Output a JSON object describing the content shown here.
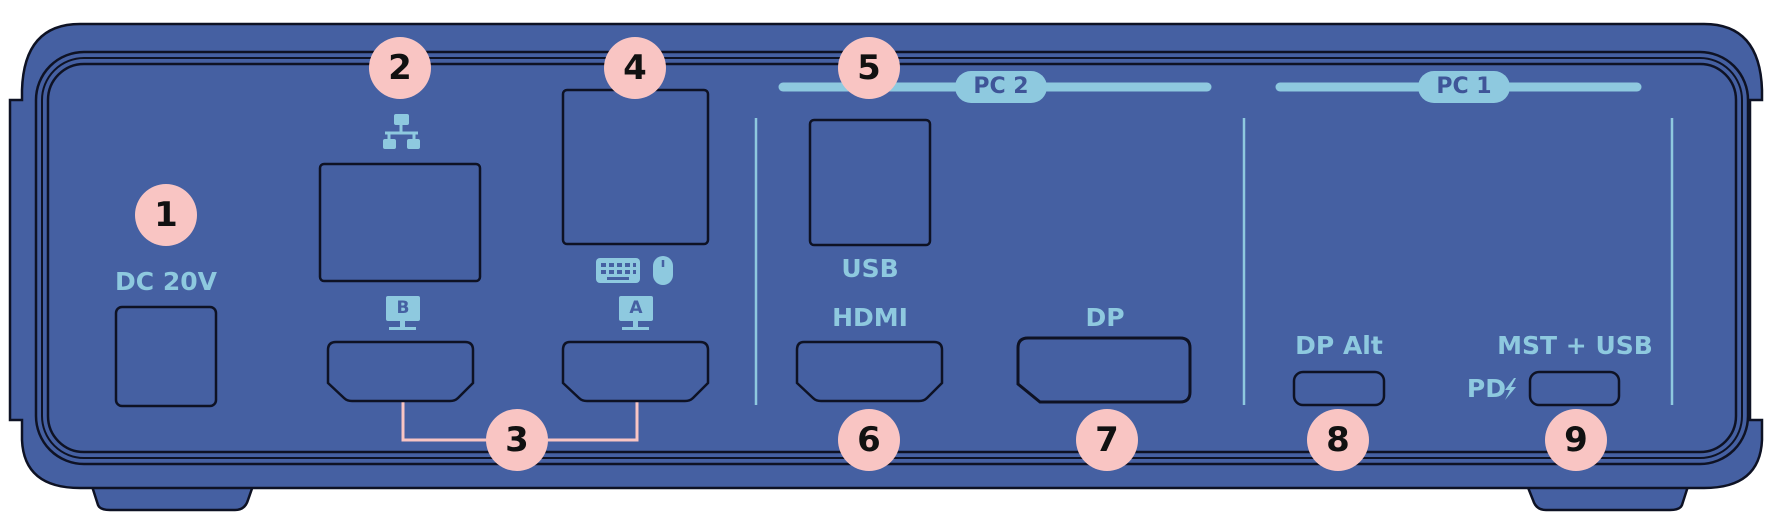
{
  "device": {
    "title": "",
    "colors": {
      "body": "#4560a2",
      "outline": "#0e1224",
      "label": "#8ec9df",
      "badge": "#f9c5c3",
      "connector": "#f9c5c3"
    }
  },
  "groups": {
    "pc2": "PC 2",
    "pc1": "PC 1"
  },
  "ports": {
    "dc": "DC 20V",
    "usb": "USB",
    "hdmi": "HDMI",
    "dp": "DP",
    "dp_alt": "DP Alt",
    "mst_usb": "MST + USB",
    "pd": "PD"
  },
  "badges": {
    "n1": "1",
    "n2": "2",
    "n3": "3",
    "n4": "4",
    "n5": "5",
    "n6": "6",
    "n7": "7",
    "n8": "8",
    "n9": "9"
  },
  "icons": {
    "network": "network-icon",
    "keyboard": "keyboard-icon",
    "mouse": "mouse-icon",
    "monitor_a": "monitor-icon",
    "monitor_b": "monitor-icon",
    "lightning": "lightning-icon",
    "monitor_a_letter": "A",
    "monitor_b_letter": "B"
  }
}
